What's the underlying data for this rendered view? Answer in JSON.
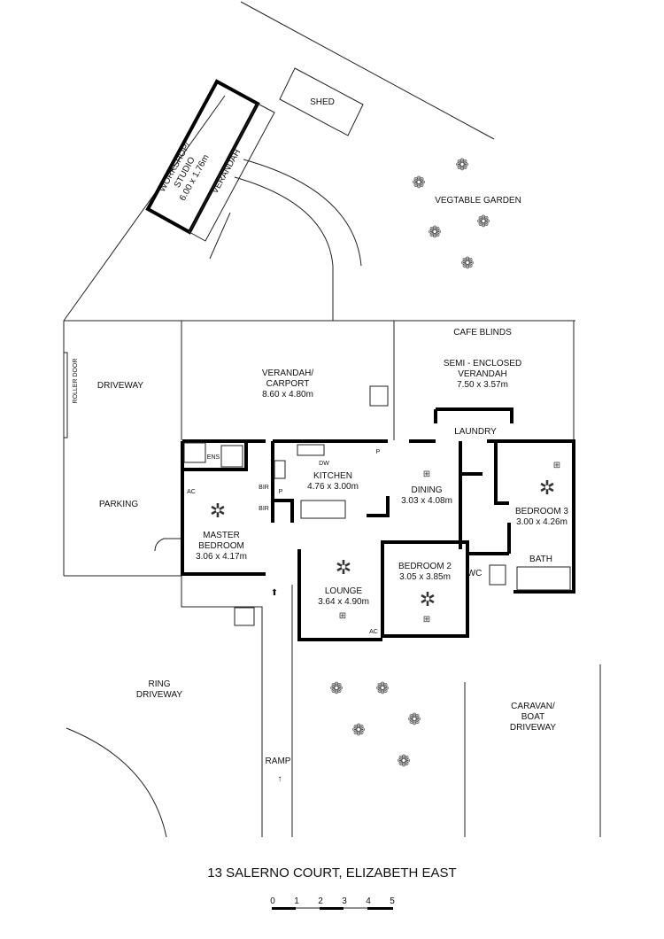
{
  "rooms": {
    "workshop": {
      "name1": "WORKSHOP/",
      "name2": "STUDIO",
      "size": "6.00 x 1.76m"
    },
    "workshop_verandah": "VERANDAH",
    "shed": "SHED",
    "garden": "VEGTABLE GARDEN",
    "cafe_blinds": "CAFE BLINDS",
    "semi_verandah": {
      "name1": "SEMI - ENCLOSED",
      "name2": "VERANDAH",
      "size": "7.50 x 3.57m"
    },
    "carport": {
      "name1": "VERANDAH/",
      "name2": "CARPORT",
      "size": "8.60 x 4.80m"
    },
    "roller_door": "ROLLER DOOR",
    "driveway": "DRIVEWAY",
    "parking": "PARKING",
    "laundry": "LAUNDRY",
    "ens": "ENS",
    "ac1": "AC",
    "ac2": "AC",
    "bir1": "BIR",
    "bir2": "BIR",
    "p1": "P",
    "p2": "P",
    "dw": "DW",
    "kitchen": {
      "name": "KITCHEN",
      "size": "4.76 x 3.00m"
    },
    "dining": {
      "name": "DINING",
      "size": "3.03 x 4.08m"
    },
    "bedroom3": {
      "name": "BEDROOM 3",
      "size": "3.00 x 4.26m"
    },
    "bath": "BATH",
    "wc": "WC",
    "master": {
      "name1": "MASTER",
      "name2": "BEDROOM",
      "size": "3.06 x 4.17m"
    },
    "bedroom2": {
      "name": "BEDROOM 2",
      "size": "3.05 x 3.85m"
    },
    "lounge": {
      "name": "LOUNGE",
      "size": "3.64 x 4.90m"
    },
    "ring_driveway": {
      "name1": "RING",
      "name2": "DRIVEWAY"
    },
    "ramp": "RAMP",
    "caravan": {
      "name1": "CARAVAN/",
      "name2": "BOAT",
      "name3": "DRIVEWAY"
    }
  },
  "title": "13 SALERNO COURT, ELIZABETH EAST",
  "scale": {
    "ticks": [
      "0",
      "1",
      "2",
      "3",
      "4",
      "5"
    ]
  }
}
